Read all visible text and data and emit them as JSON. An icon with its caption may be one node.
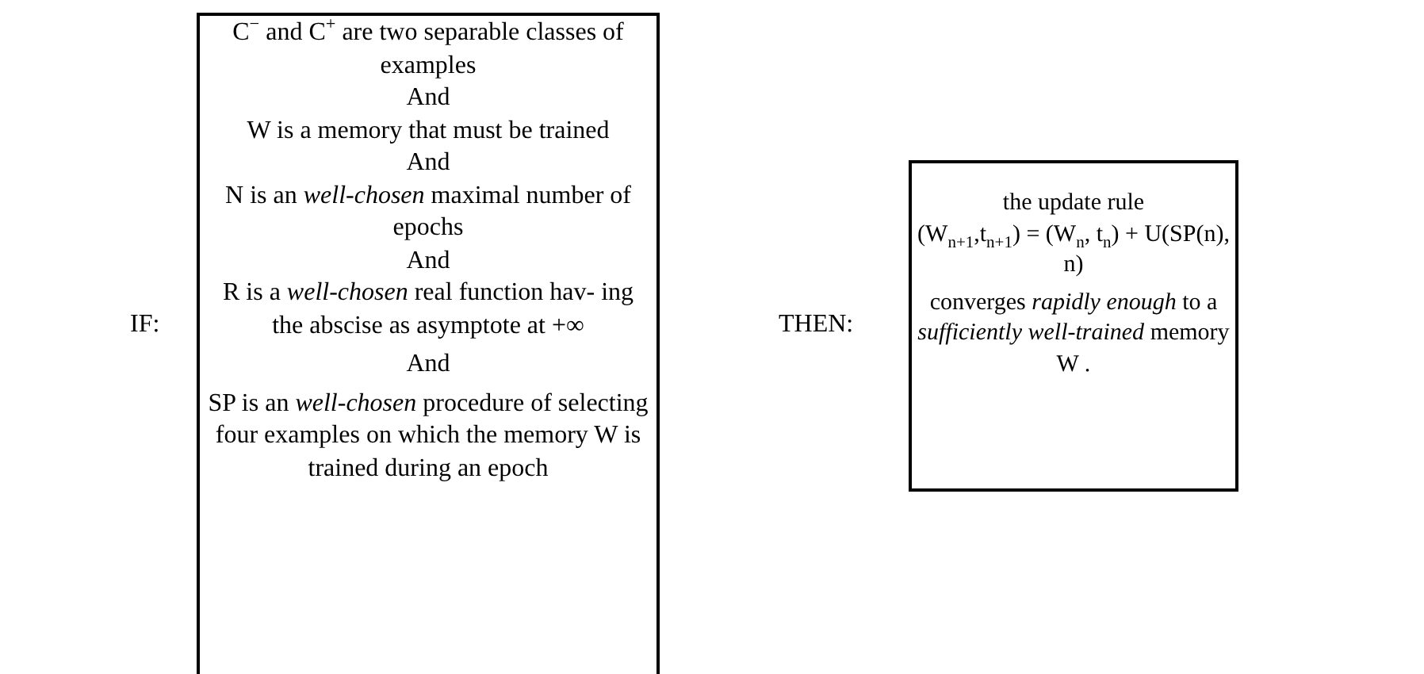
{
  "diagram": {
    "nodes": [
      {
        "text": [
          "C$^{−}$ and C$^{+}$ are two separable classes of examples",
          "And",
          "W is a memory that must be trained",
          "And",
          "N is an *well-chosen* maximal number of epochs",
          "And",
          "R is a *well-chosen* real function hav- ing the abscise as asymptote at +∞",
          "And",
          "SP is an *well-chosen* procedure of selecting four examples on which the memory W is trained during an epoch"
        ]
      },
      {
        "text": [
          "the update rule",
          "(W$_{n+1}$,t$_{n+1}$) = (W$_{n}$, t$_{n}$) + U(SP(n), n)",
          "converges *rapidly enough* to a *sufficiently well-trained* memory W ."
        ]
      }
    ],
    "labels": [
      "IF:",
      "THEN:"
    ]
  }
}
